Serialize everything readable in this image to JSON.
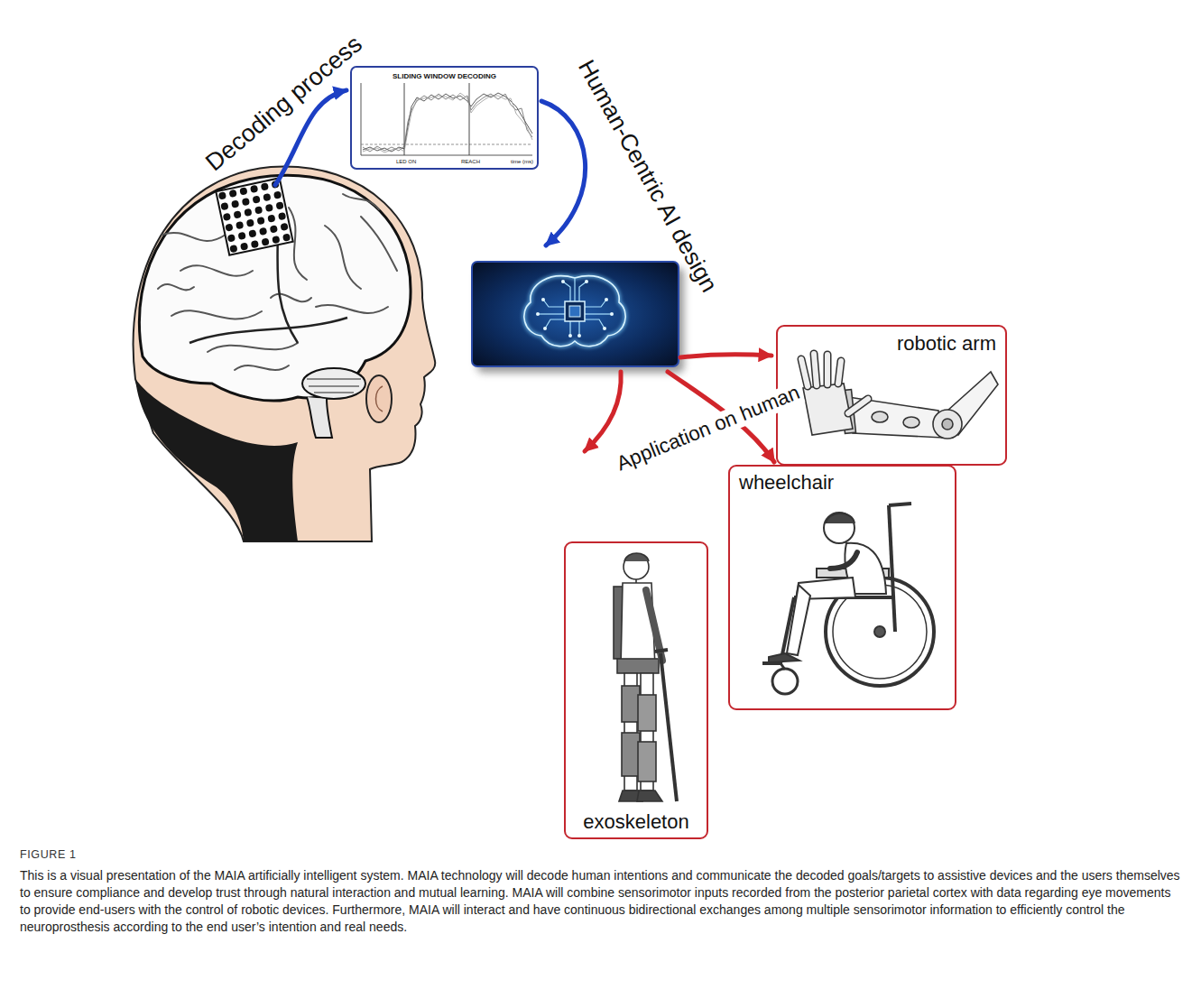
{
  "diagram": {
    "caption": "This is a visual presentation of the MAIA artificially intelligent system. MAIA technology will decode human intentions and communicate the decoded goals/targets to assistive devices and the users themselves to ensure compliance and develop trust through natural interaction and mutual learning. MAIA will combine sensorimotor inputs recorded from the posterior parietal cortex with data regarding eye movements to provide end-users with the control of robotic devices. Furthermore, MAIA will interact and have continuous bidirectional exchanges among multiple sensorimotor information to efficiently control the neuroprosthesis according to the end user’s intention and real needs.",
    "nodes": [
      {
        "text": [
          "SLIDING WINDOW DECODING",
          "LED ON",
          "REACH",
          "time (ms)"
        ]
      },
      {
        "text": [
          "robotic arm"
        ]
      },
      {
        "text": [
          "exoskeleton"
        ]
      },
      {
        "text": [
          "wheelchair"
        ]
      }
    ],
    "labels": [
      "Decoding process",
      "Human-Centric AI design",
      "Application on human",
      "FIGURE 1"
    ]
  }
}
